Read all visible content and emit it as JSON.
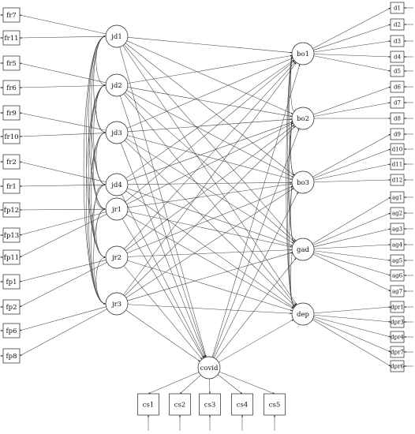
{
  "diagram": {
    "left_indicators": [
      {
        "label": "fr7",
        "factor": "jd1"
      },
      {
        "label": "fr11",
        "factor": "jd1"
      },
      {
        "label": "fr5",
        "factor": "jd2"
      },
      {
        "label": "fr6",
        "factor": "jd2"
      },
      {
        "label": "fr9",
        "factor": "jd3"
      },
      {
        "label": "fr10",
        "factor": "jd3"
      },
      {
        "label": "fr2",
        "factor": "jd4"
      },
      {
        "label": "fr1",
        "factor": "jd4"
      },
      {
        "label": "fp12",
        "factor": "jr1"
      },
      {
        "label": "fp13",
        "factor": "jr1"
      },
      {
        "label": "fp11",
        "factor": "jr1"
      },
      {
        "label": "fp1",
        "factor": "jr2"
      },
      {
        "label": "fp2",
        "factor": "jr2"
      },
      {
        "label": "fp6",
        "factor": "jr3"
      },
      {
        "label": "fp8",
        "factor": "jr3"
      }
    ],
    "exogenous": [
      "jd1",
      "jd2",
      "jd3",
      "jd4",
      "jr1",
      "jr2",
      "jr3"
    ],
    "endogenous": [
      "bo1",
      "bo2",
      "bo3",
      "gad",
      "dep"
    ],
    "mediator": "covid",
    "right_indicators": [
      {
        "label": "d1",
        "factor": "bo1"
      },
      {
        "label": "d2",
        "factor": "bo1"
      },
      {
        "label": "d3",
        "factor": "bo1"
      },
      {
        "label": "d4",
        "factor": "bo1"
      },
      {
        "label": "d5",
        "factor": "bo1"
      },
      {
        "label": "d6",
        "factor": "bo2"
      },
      {
        "label": "d7",
        "factor": "bo2"
      },
      {
        "label": "d8",
        "factor": "bo2"
      },
      {
        "label": "d9",
        "factor": "bo3"
      },
      {
        "label": "d10",
        "factor": "bo3"
      },
      {
        "label": "d11",
        "factor": "bo3"
      },
      {
        "label": "d12",
        "factor": "bo3"
      },
      {
        "label": "ag1",
        "factor": "gad"
      },
      {
        "label": "ag2",
        "factor": "gad"
      },
      {
        "label": "ag3",
        "factor": "gad"
      },
      {
        "label": "ag4",
        "factor": "gad"
      },
      {
        "label": "ag5",
        "factor": "gad"
      },
      {
        "label": "ag6",
        "factor": "gad"
      },
      {
        "label": "ag7",
        "factor": "gad"
      },
      {
        "label": "dpr1",
        "factor": "dep"
      },
      {
        "label": "dpr3",
        "factor": "dep"
      },
      {
        "label": "dpr4",
        "factor": "dep"
      },
      {
        "label": "dpr7",
        "factor": "dep"
      },
      {
        "label": "dpr6",
        "factor": "dep"
      }
    ],
    "bottom_indicators": [
      {
        "label": "cs1",
        "factor": "covid"
      },
      {
        "label": "cs2",
        "factor": "covid"
      },
      {
        "label": "cs3",
        "factor": "covid"
      },
      {
        "label": "cs4",
        "factor": "covid"
      },
      {
        "label": "cs5",
        "factor": "covid"
      }
    ]
  }
}
